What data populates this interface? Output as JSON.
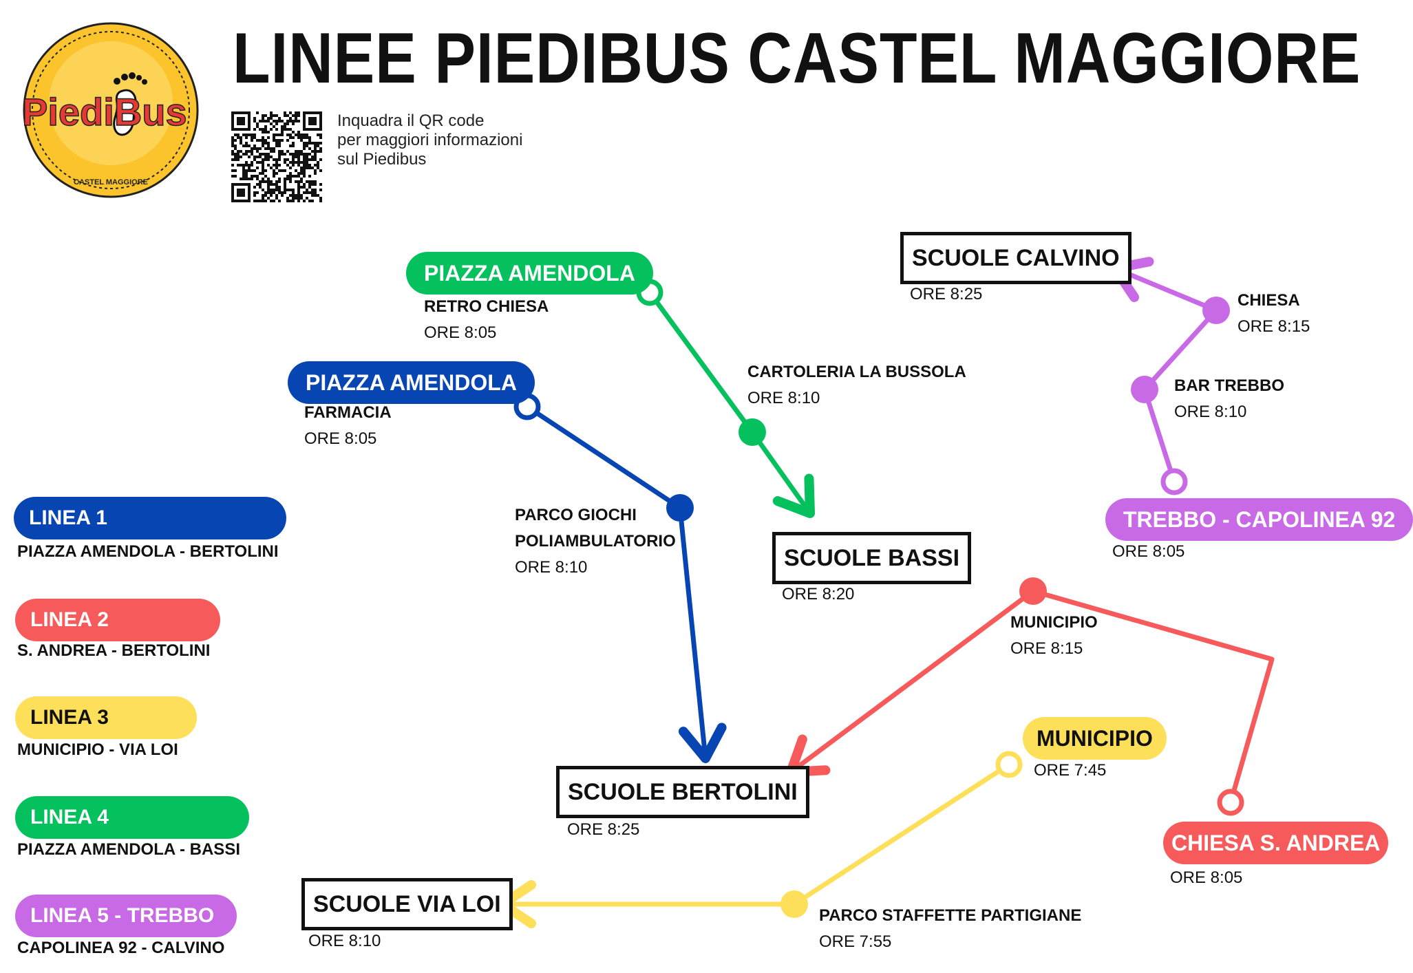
{
  "title": "LINEE PIEDIBUS CASTEL MAGGIORE",
  "logo": {
    "word": "PiediBus",
    "caption": "CASTEL MAGGIORE"
  },
  "qr": {
    "line1": "Inquadra il QR code",
    "line2": "per maggiori informazioni",
    "line3": "sul Piedibus"
  },
  "colors": {
    "linea1": "#0746b2",
    "linea2": "#f75a5a",
    "linea3": "#fedf59",
    "linea4": "#05c15d",
    "linea5": "#c86ae5"
  },
  "legend": [
    {
      "label": "LINEA 1",
      "sub": "PIAZZA AMENDOLA - BERTOLINI"
    },
    {
      "label": "LINEA 2",
      "sub": "S. ANDREA - BERTOLINI"
    },
    {
      "label": "LINEA 3",
      "sub": "MUNICIPIO - VIA LOI"
    },
    {
      "label": "LINEA 4",
      "sub": "PIAZZA AMENDOLA - BASSI"
    },
    {
      "label": "LINEA 5 - TREBBO",
      "sub": "CAPOLINEA 92 - CALVINO"
    }
  ],
  "schools": {
    "calvino": {
      "name": "SCUOLE CALVINO",
      "time": "ORE 8:25"
    },
    "bassi": {
      "name": "SCUOLE BASSI",
      "time": "ORE 8:20"
    },
    "bertolini": {
      "name": "SCUOLE BERTOLINI",
      "time": "ORE 8:25"
    },
    "vialoi": {
      "name": "SCUOLE VIA LOI",
      "time": "ORE 8:10"
    }
  },
  "starts": {
    "l4": {
      "label": "PIAZZA AMENDOLA",
      "sub": "RETRO CHIESA",
      "time": "ORE 8:05"
    },
    "l1": {
      "label": "PIAZZA AMENDOLA",
      "sub": "FARMACIA",
      "time": "ORE 8:05"
    },
    "l5": {
      "label": "TREBBO - CAPOLINEA 92",
      "time": "ORE 8:05"
    },
    "l3": {
      "label": "MUNICIPIO",
      "time": "ORE 7:45"
    },
    "l2": {
      "label": "CHIESA S. ANDREA",
      "time": "ORE 8:05"
    }
  },
  "stops": {
    "cartoleria": {
      "name": "CARTOLERIA LA BUSSOLA",
      "time": "ORE 8:10"
    },
    "parco": {
      "name1": "PARCO GIOCHI",
      "name2": "POLIAMBULATORIO",
      "time": "ORE 8:10"
    },
    "chiesa": {
      "name": "CHIESA",
      "time": "ORE 8:15"
    },
    "bar": {
      "name": "BAR TREBBO",
      "time": "ORE 8:10"
    },
    "municipio": {
      "name": "MUNICIPIO",
      "time": "ORE 8:15"
    },
    "staffette": {
      "name": "PARCO STAFFETTE PARTIGIANE",
      "time": "ORE 7:55"
    }
  }
}
